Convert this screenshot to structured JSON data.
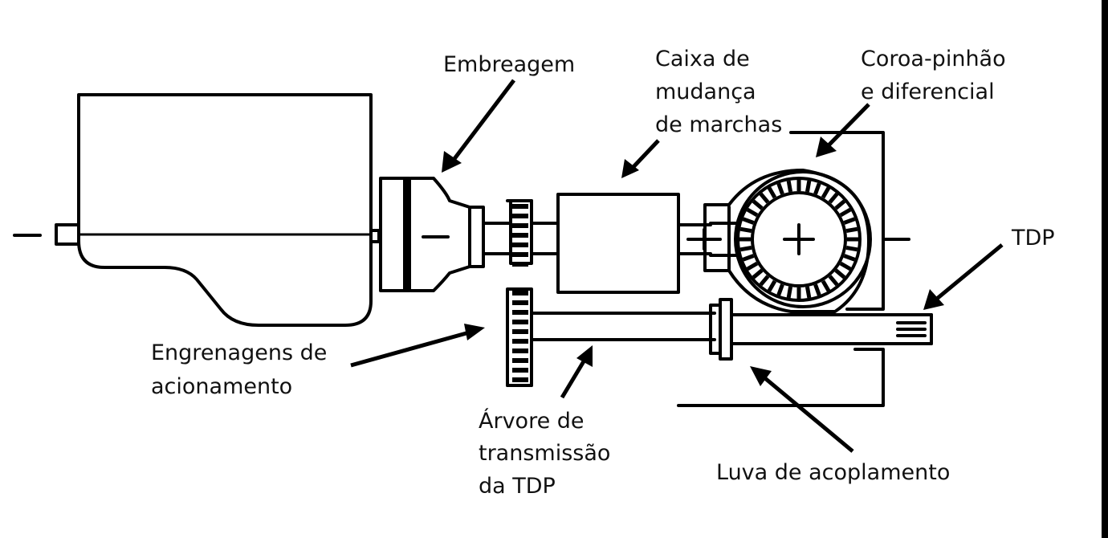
{
  "labels": {
    "embreagem": "Embreagem",
    "caixa": [
      "Caixa de",
      "mudança",
      "de marchas"
    ],
    "coroa": [
      "Coroa-pinhão",
      "e diferencial"
    ],
    "tdp": "TDP",
    "engrenagens": [
      "Engrenagens de",
      "acionamento"
    ],
    "arvore": [
      "Árvore de",
      "transmissão",
      "da TDP"
    ],
    "luva": "Luva de acoplamento"
  },
  "colors": {
    "ink": "#000000",
    "paper": "#ffffff"
  }
}
